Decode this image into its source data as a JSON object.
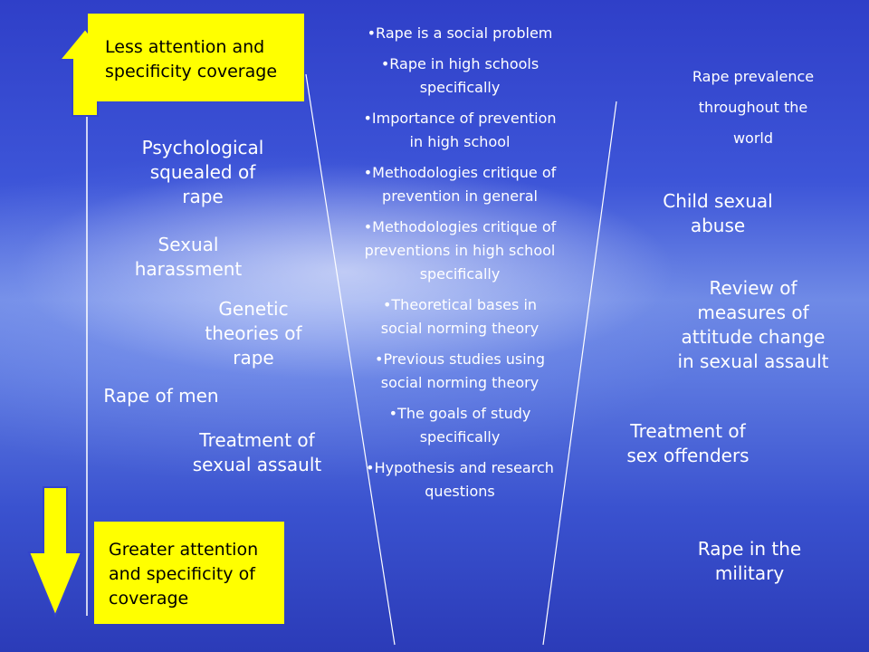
{
  "top_box": {
    "lines": [
      "Less attention and",
      "specificity coverage"
    ]
  },
  "bottom_box": {
    "lines": [
      "Greater attention",
      "and specificity of",
      "coverage"
    ]
  },
  "left_topics": [
    {
      "lines": [
        "Psychological",
        "squealed of",
        "rape"
      ]
    },
    {
      "lines": [
        "Sexual",
        "harassment"
      ]
    },
    {
      "lines": [
        "Genetic",
        "theories of",
        "rape"
      ]
    },
    {
      "lines": [
        "Rape of men"
      ]
    },
    {
      "lines": [
        "Treatment of",
        "sexual assault"
      ]
    }
  ],
  "center_items": [
    "•Rape is a social problem",
    "•Rape in high schools specifically",
    "•Importance of prevention in high school",
    "•Methodologies critique of prevention in general",
    "•Methodologies critique of preventions in high school specifically",
    "•Theoretical bases in social norming theory",
    "•Previous studies using social norming theory",
    "•The goals of study specifically",
    "•Hypothesis and research questions"
  ],
  "right_topics": [
    {
      "lines": [
        "Rape prevalence",
        "throughout the",
        "world"
      ]
    },
    {
      "lines": [
        "Child sexual",
        "abuse"
      ]
    },
    {
      "lines": [
        "Review of",
        "measures of",
        "attitude change",
        "in sexual assault"
      ]
    },
    {
      "lines": [
        "Treatment of",
        "sex offenders"
      ]
    },
    {
      "lines": [
        "Rape in the",
        "military"
      ]
    }
  ],
  "colors": {
    "box": "#ffff00",
    "arrow_fill": "#ffff00",
    "arrow_stroke": "#3344cc",
    "text": "#ffffff",
    "funnel_line": "#ffffff"
  }
}
